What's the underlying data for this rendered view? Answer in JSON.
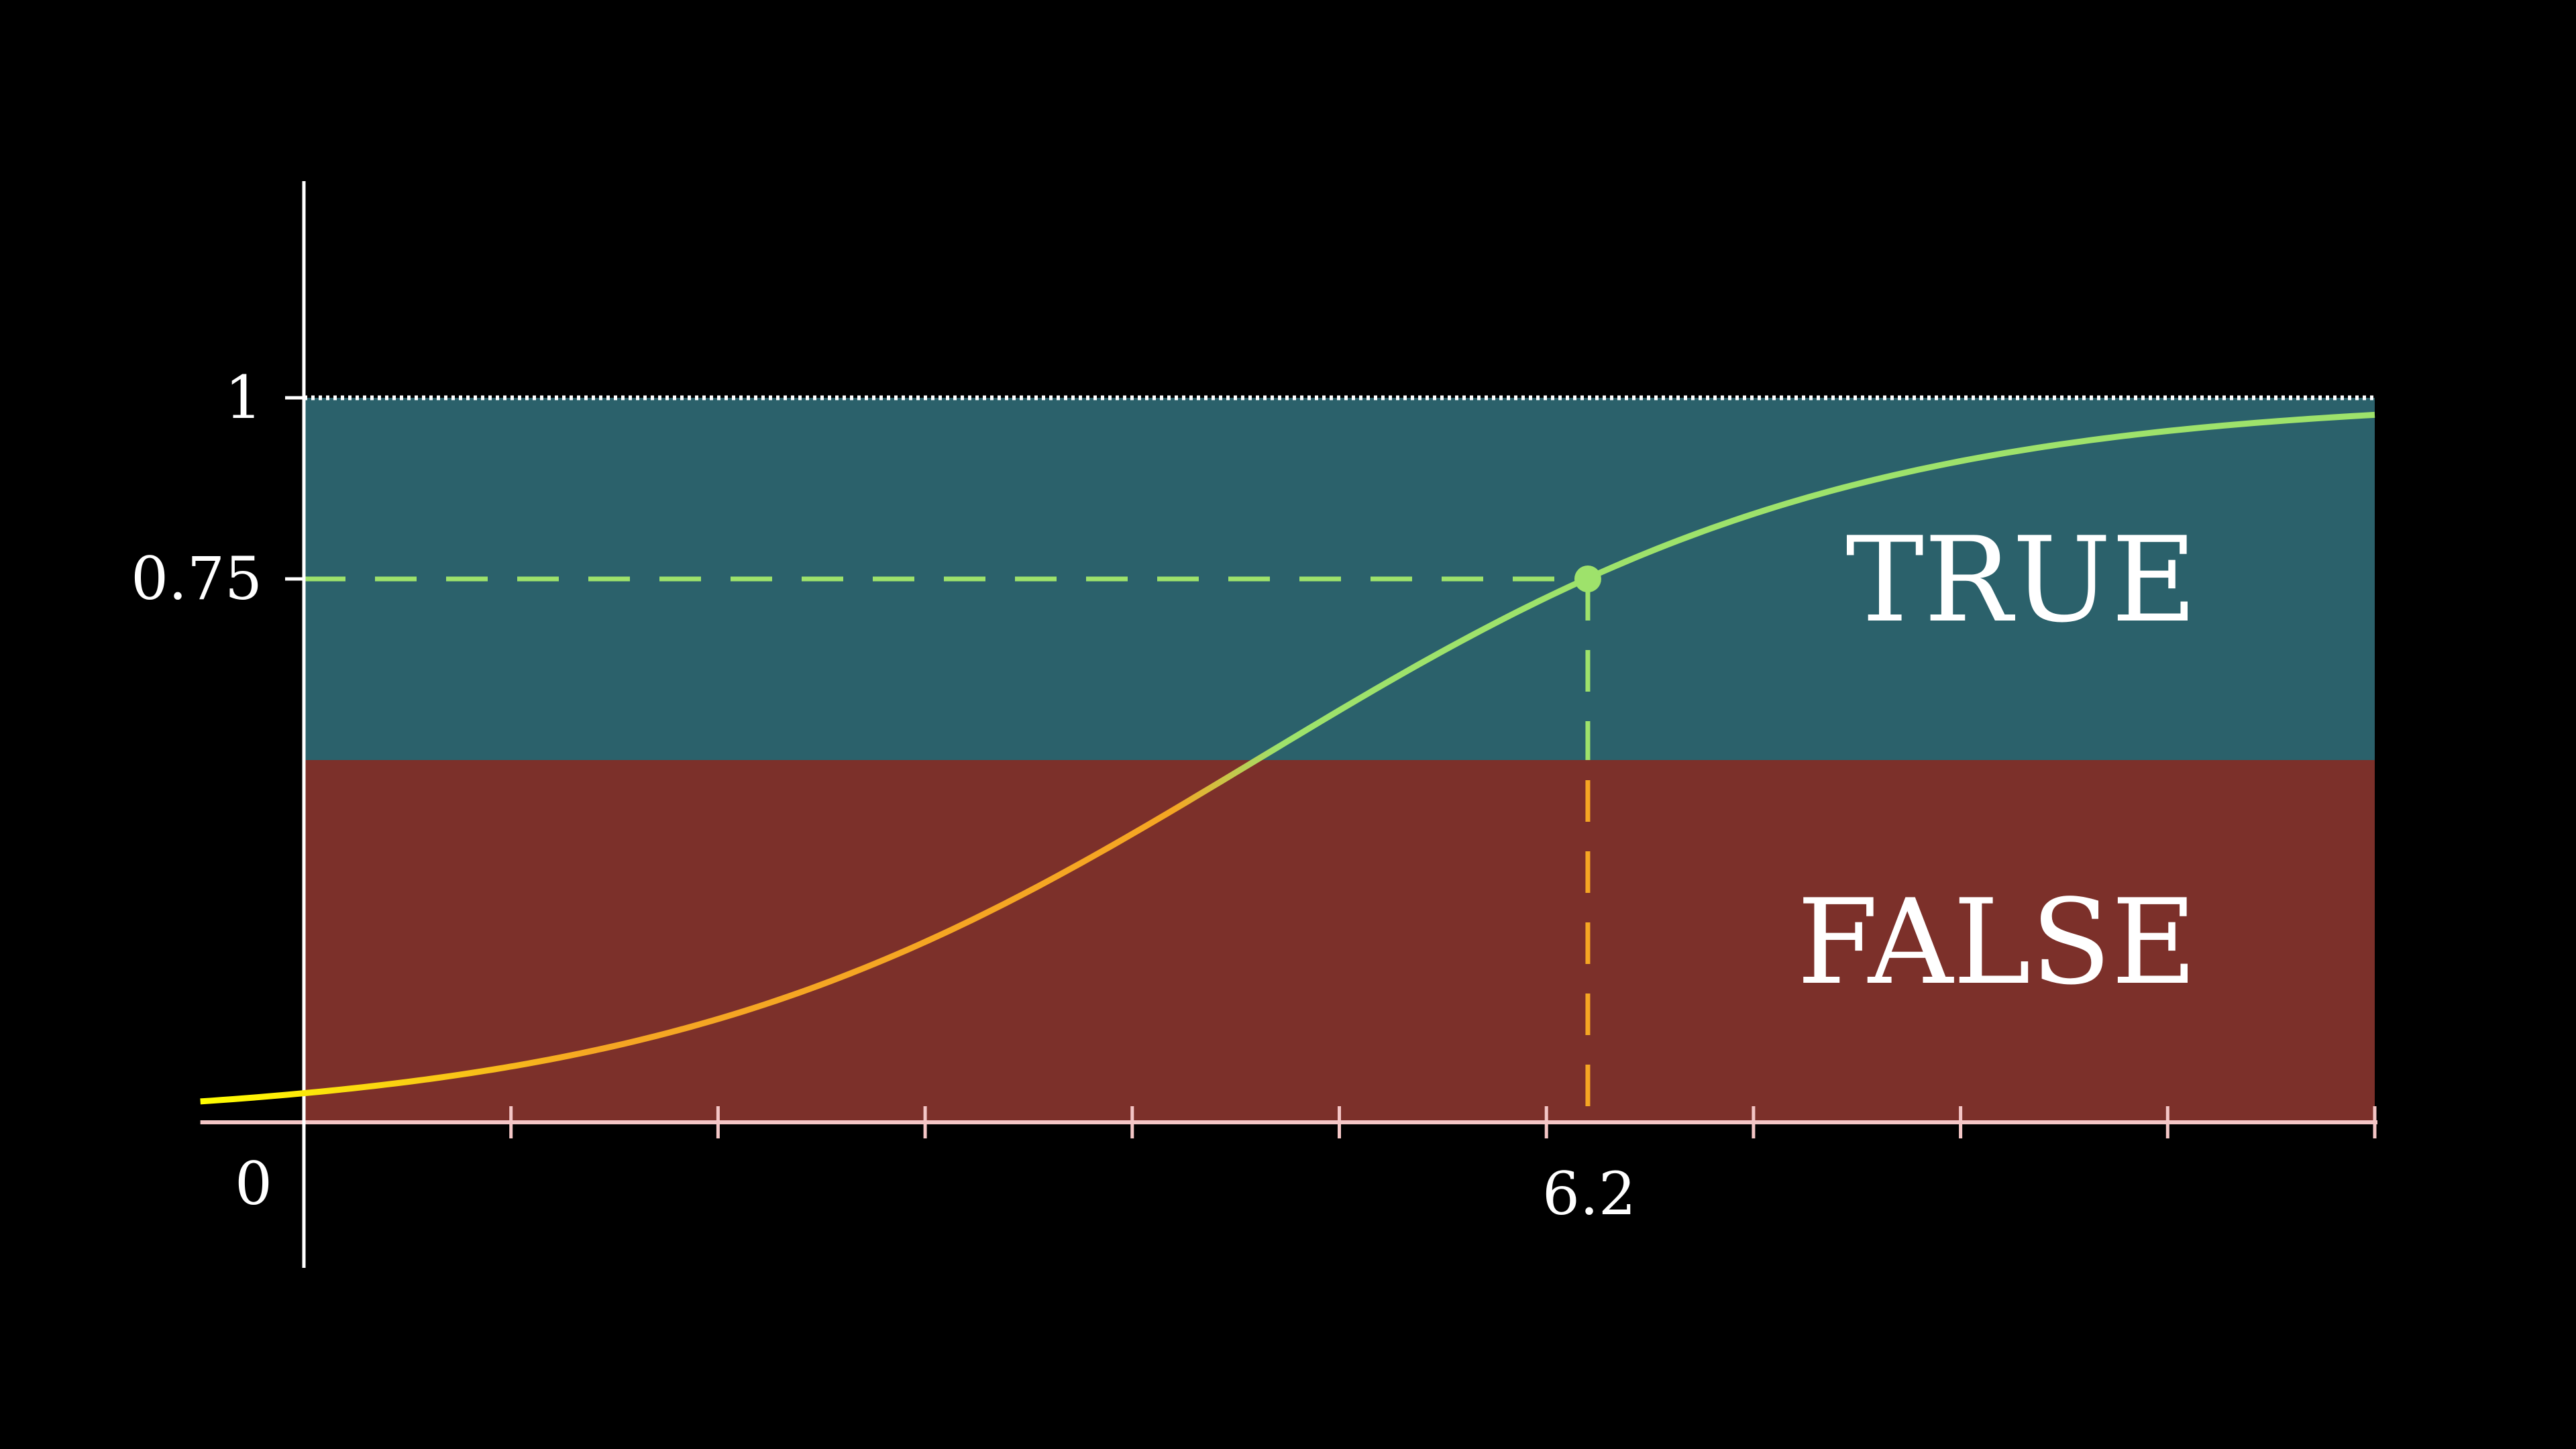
{
  "chart_data": {
    "type": "line",
    "x_range": [
      -0.5,
      10
    ],
    "y_range": [
      0,
      1
    ],
    "regions": [
      {
        "label": "TRUE",
        "y_from": 0.5,
        "y_to": 1,
        "color": "#2b616b"
      },
      {
        "label": "FALSE",
        "y_from": 0,
        "y_to": 0.5,
        "color": "#7c302a"
      }
    ],
    "curve": {
      "function": "sigmoid",
      "midpoint": 4.6,
      "steepness": 0.69,
      "x_from": -0.5,
      "x_to": 10,
      "color_low": "#ffff00",
      "color_mid": "#f5a623",
      "color_high": "#9ee26b"
    },
    "highlight": {
      "x": 6.2,
      "y": 0.75,
      "x_label": "6.2",
      "y_label": "0.75"
    },
    "y_ticks": [
      {
        "value": 1,
        "label": "1"
      },
      {
        "value": 0.75,
        "label": "0.75"
      }
    ],
    "x_ticks": [
      1,
      2,
      3,
      4,
      5,
      6,
      7,
      8,
      9,
      10
    ],
    "origin_label": "0",
    "asymptote": {
      "y": 1,
      "style": "dotted"
    },
    "colors": {
      "axis": "#ffffff",
      "x_axis": "#f4c6c6"
    }
  }
}
